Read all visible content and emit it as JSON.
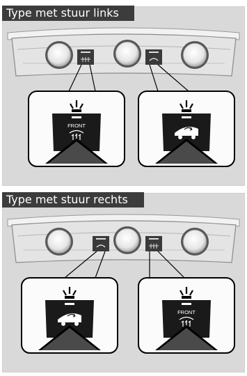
{
  "sections": [
    {
      "title": "Type met stuur links"
    },
    {
      "title": "Type met stuur rechts"
    }
  ],
  "button_text": {
    "front": "FRONT"
  }
}
